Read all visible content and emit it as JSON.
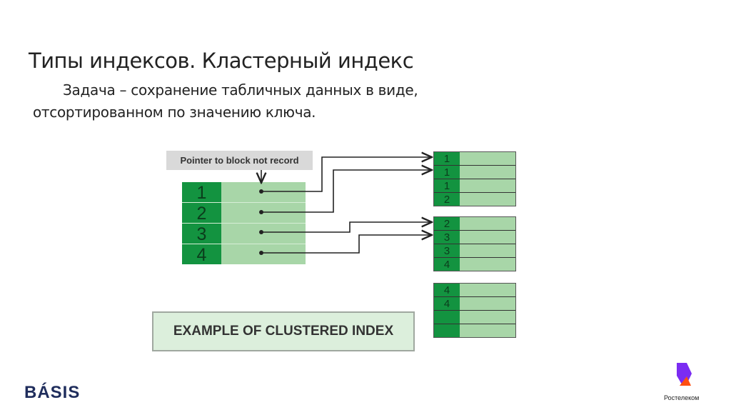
{
  "title": "Типы индексов. Кластерный индекс",
  "subtitle_line1": "Задача – сохранение табличных данных в виде,",
  "subtitle_line2": "отсортированном по значению ключа.",
  "diagram": {
    "pointer_label": "Pointer to block not record",
    "index_keys": [
      "1",
      "2",
      "3",
      "4"
    ],
    "blocks": [
      [
        "1",
        "1",
        "1",
        "2"
      ],
      [
        "2",
        "3",
        "3",
        "4"
      ],
      [
        "4",
        "4",
        "",
        ""
      ]
    ],
    "caption": "EXAMPLE OF CLUSTERED INDEX"
  },
  "logos": {
    "left": "BÁSIS",
    "right": "Ростелеком"
  }
}
